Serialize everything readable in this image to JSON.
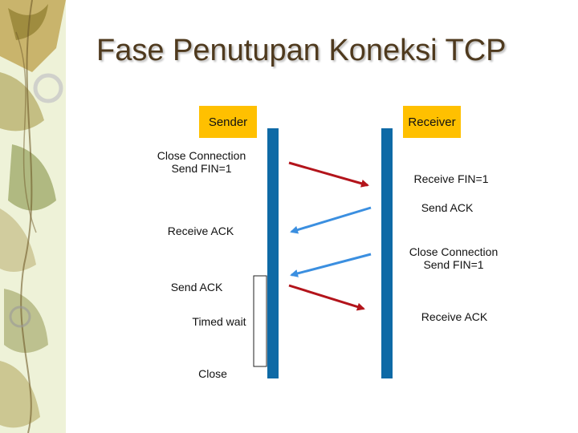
{
  "title": "Fase Penutupan Koneksi TCP",
  "sender": {
    "header": "Sender",
    "close_connection": "Close Connection",
    "send_fin": "Send FIN=1",
    "receive_ack": "Receive ACK",
    "send_ack": "Send ACK",
    "timed_wait": "Timed wait",
    "close": "Close"
  },
  "receiver": {
    "header": "Receiver",
    "receive_fin": "Receive FIN=1",
    "send_ack": "Send ACK",
    "close_connection": "Close Connection",
    "send_fin": "Send FIN=1",
    "receive_ack": "Receive ACK"
  },
  "colors": {
    "header_box": "#ffc000",
    "timeline": "#0e6aa6",
    "arrow_red": "#b3141b",
    "arrow_blue": "#3b8fe0"
  }
}
